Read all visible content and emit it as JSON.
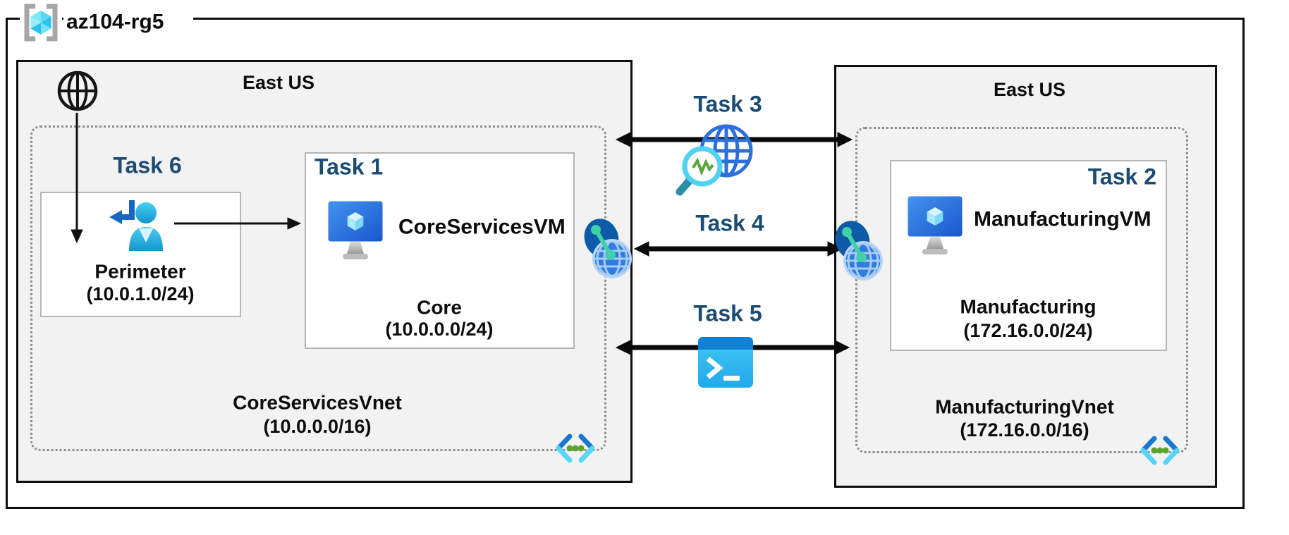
{
  "resource_group": {
    "name": "az104-rg5"
  },
  "left_region": {
    "location": "East US",
    "vnet": {
      "name": "CoreServicesVnet",
      "cidr": "(10.0.0.0/16)"
    },
    "perimeter_box": {
      "task_label": "Task 6",
      "subnet_name": "Perimeter",
      "subnet_cidr": "(10.0.1.0/24)"
    },
    "core_box": {
      "task_label": "Task 1",
      "vm_name": "CoreServicesVM",
      "subnet_name": "Core",
      "subnet_cidr": "(10.0.0.0/24)"
    }
  },
  "right_region": {
    "location": "East US",
    "vnet": {
      "name": "ManufacturingVnet",
      "cidr": "(172.16.0.0/16)"
    },
    "manufacturing_box": {
      "task_label": "Task 2",
      "vm_name": "ManufacturingVM",
      "subnet_name": "Manufacturing",
      "subnet_cidr": "(172.16.0.0/24)"
    }
  },
  "connections": {
    "task3": {
      "label": "Task 3",
      "icon": "network-watcher-icon"
    },
    "task4": {
      "label": "Task 4",
      "icon": "vnet-peering-icon"
    },
    "task5": {
      "label": "Task 5",
      "icon": "cloud-shell-icon"
    }
  },
  "icons": {
    "resource_group": "resource-group-icon",
    "internet": "internet-globe-icon",
    "perimeter_entry": "user-entry-icon",
    "virtual_machine": "vm-icon",
    "vnet_peering": "vnet-peering-icon",
    "network_watcher": "network-watcher-icon",
    "cloud_shell": "cloud-shell-icon",
    "subnet": "subnet-icon"
  },
  "colors": {
    "task_label": "#1b4a73",
    "region_background": "#f2f2f2",
    "arrow": "#0a0a0a",
    "vm_blue_start": "#4493f0",
    "vm_blue_end": "#1857cc",
    "resource_group_cyan": "#2cc3e9",
    "peering_dark_blue": "#0d5aa9",
    "peering_globe_blue": "#2f7ce0",
    "peering_link_teal": "#40d1a6",
    "subnet_bracket_dark": "#1878d0",
    "subnet_bracket_light": "#55d5f8",
    "subnet_dot_green": "#5ba32e",
    "watcher_pulse_green": "#57a63a",
    "shell_top_blue": "#1181d7",
    "shell_body_blue": "#35c1f1"
  }
}
